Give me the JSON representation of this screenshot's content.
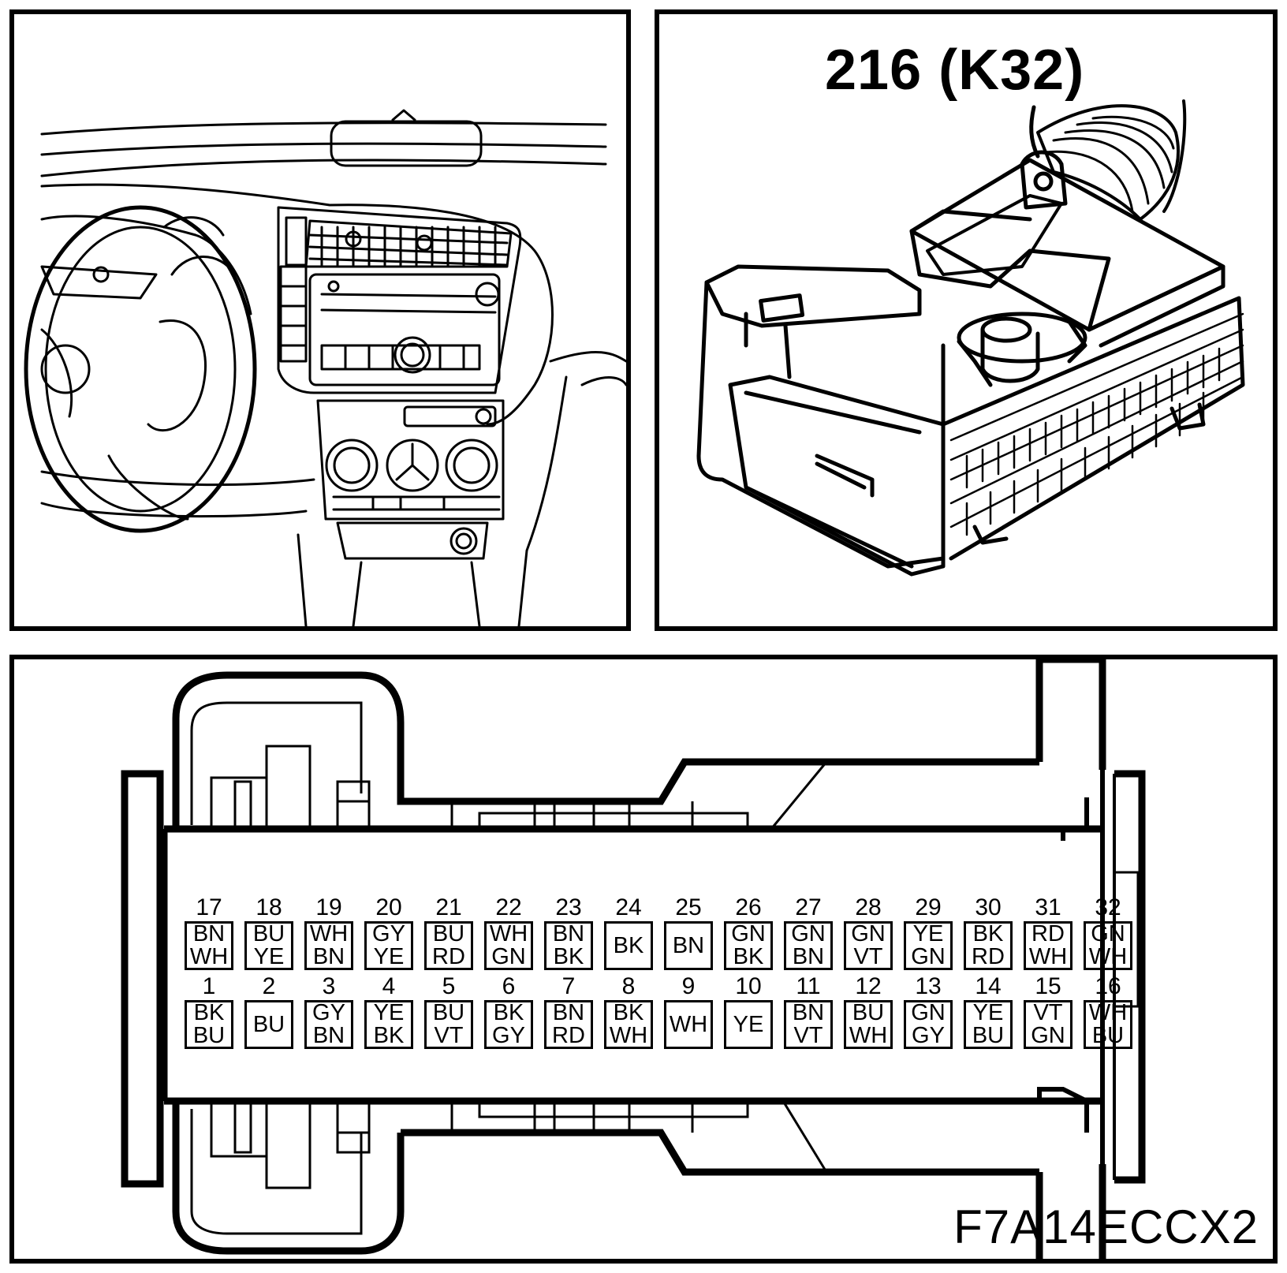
{
  "connector": {
    "title": "216 (K32)",
    "figure_code": "F7A14ECCX2"
  },
  "pins_top": [
    {
      "num": "17",
      "c1": "BN",
      "c2": "WH"
    },
    {
      "num": "18",
      "c1": "BU",
      "c2": "YE"
    },
    {
      "num": "19",
      "c1": "WH",
      "c2": "BN"
    },
    {
      "num": "20",
      "c1": "GY",
      "c2": "YE"
    },
    {
      "num": "21",
      "c1": "BU",
      "c2": "RD"
    },
    {
      "num": "22",
      "c1": "WH",
      "c2": "GN"
    },
    {
      "num": "23",
      "c1": "BN",
      "c2": "BK"
    },
    {
      "num": "24",
      "c1": "BK",
      "c2": ""
    },
    {
      "num": "25",
      "c1": "BN",
      "c2": ""
    },
    {
      "num": "26",
      "c1": "GN",
      "c2": "BK"
    },
    {
      "num": "27",
      "c1": "GN",
      "c2": "BN"
    },
    {
      "num": "28",
      "c1": "GN",
      "c2": "VT"
    },
    {
      "num": "29",
      "c1": "YE",
      "c2": "GN"
    },
    {
      "num": "30",
      "c1": "BK",
      "c2": "RD"
    },
    {
      "num": "31",
      "c1": "RD",
      "c2": "WH"
    },
    {
      "num": "32",
      "c1": "GN",
      "c2": "WH"
    }
  ],
  "pins_bottom": [
    {
      "num": "1",
      "c1": "BK",
      "c2": "BU"
    },
    {
      "num": "2",
      "c1": "BU",
      "c2": ""
    },
    {
      "num": "3",
      "c1": "GY",
      "c2": "BN"
    },
    {
      "num": "4",
      "c1": "YE",
      "c2": "BK"
    },
    {
      "num": "5",
      "c1": "BU",
      "c2": "VT"
    },
    {
      "num": "6",
      "c1": "BK",
      "c2": "GY"
    },
    {
      "num": "7",
      "c1": "BN",
      "c2": "RD"
    },
    {
      "num": "8",
      "c1": "BK",
      "c2": "WH"
    },
    {
      "num": "9",
      "c1": "WH",
      "c2": ""
    },
    {
      "num": "10",
      "c1": "YE",
      "c2": ""
    },
    {
      "num": "11",
      "c1": "BN",
      "c2": "VT"
    },
    {
      "num": "12",
      "c1": "BU",
      "c2": "WH"
    },
    {
      "num": "13",
      "c1": "GN",
      "c2": "GY"
    },
    {
      "num": "14",
      "c1": "YE",
      "c2": "BU"
    },
    {
      "num": "15",
      "c1": "VT",
      "c2": "GN"
    },
    {
      "num": "16",
      "c1": "WH",
      "c2": "BU"
    }
  ]
}
